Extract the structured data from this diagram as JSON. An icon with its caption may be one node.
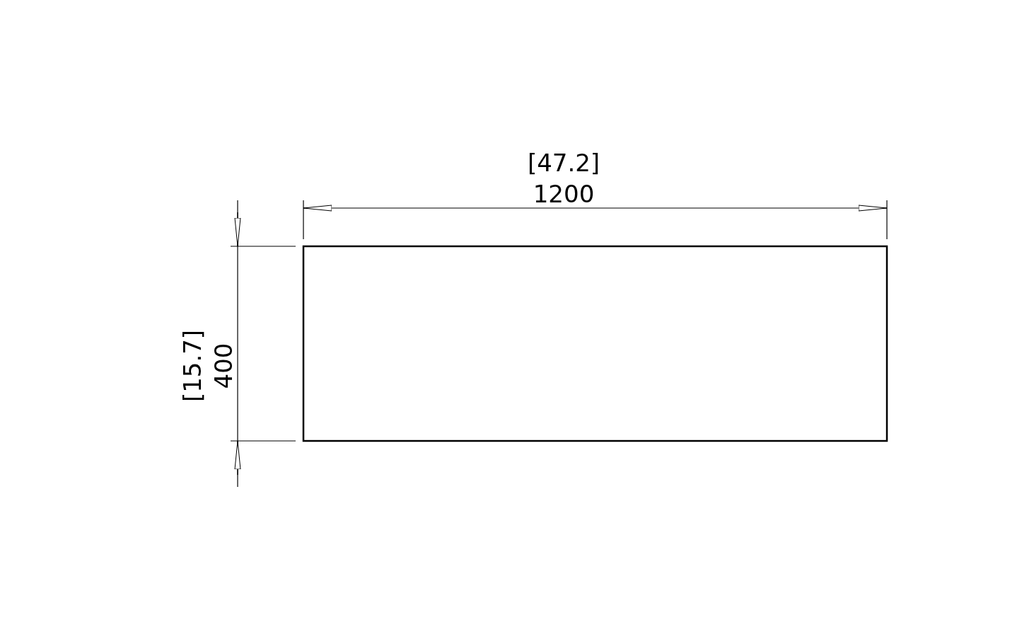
{
  "diagram": {
    "labels": [
      "[47.2]",
      "1200",
      "[15.7]",
      "400"
    ]
  }
}
